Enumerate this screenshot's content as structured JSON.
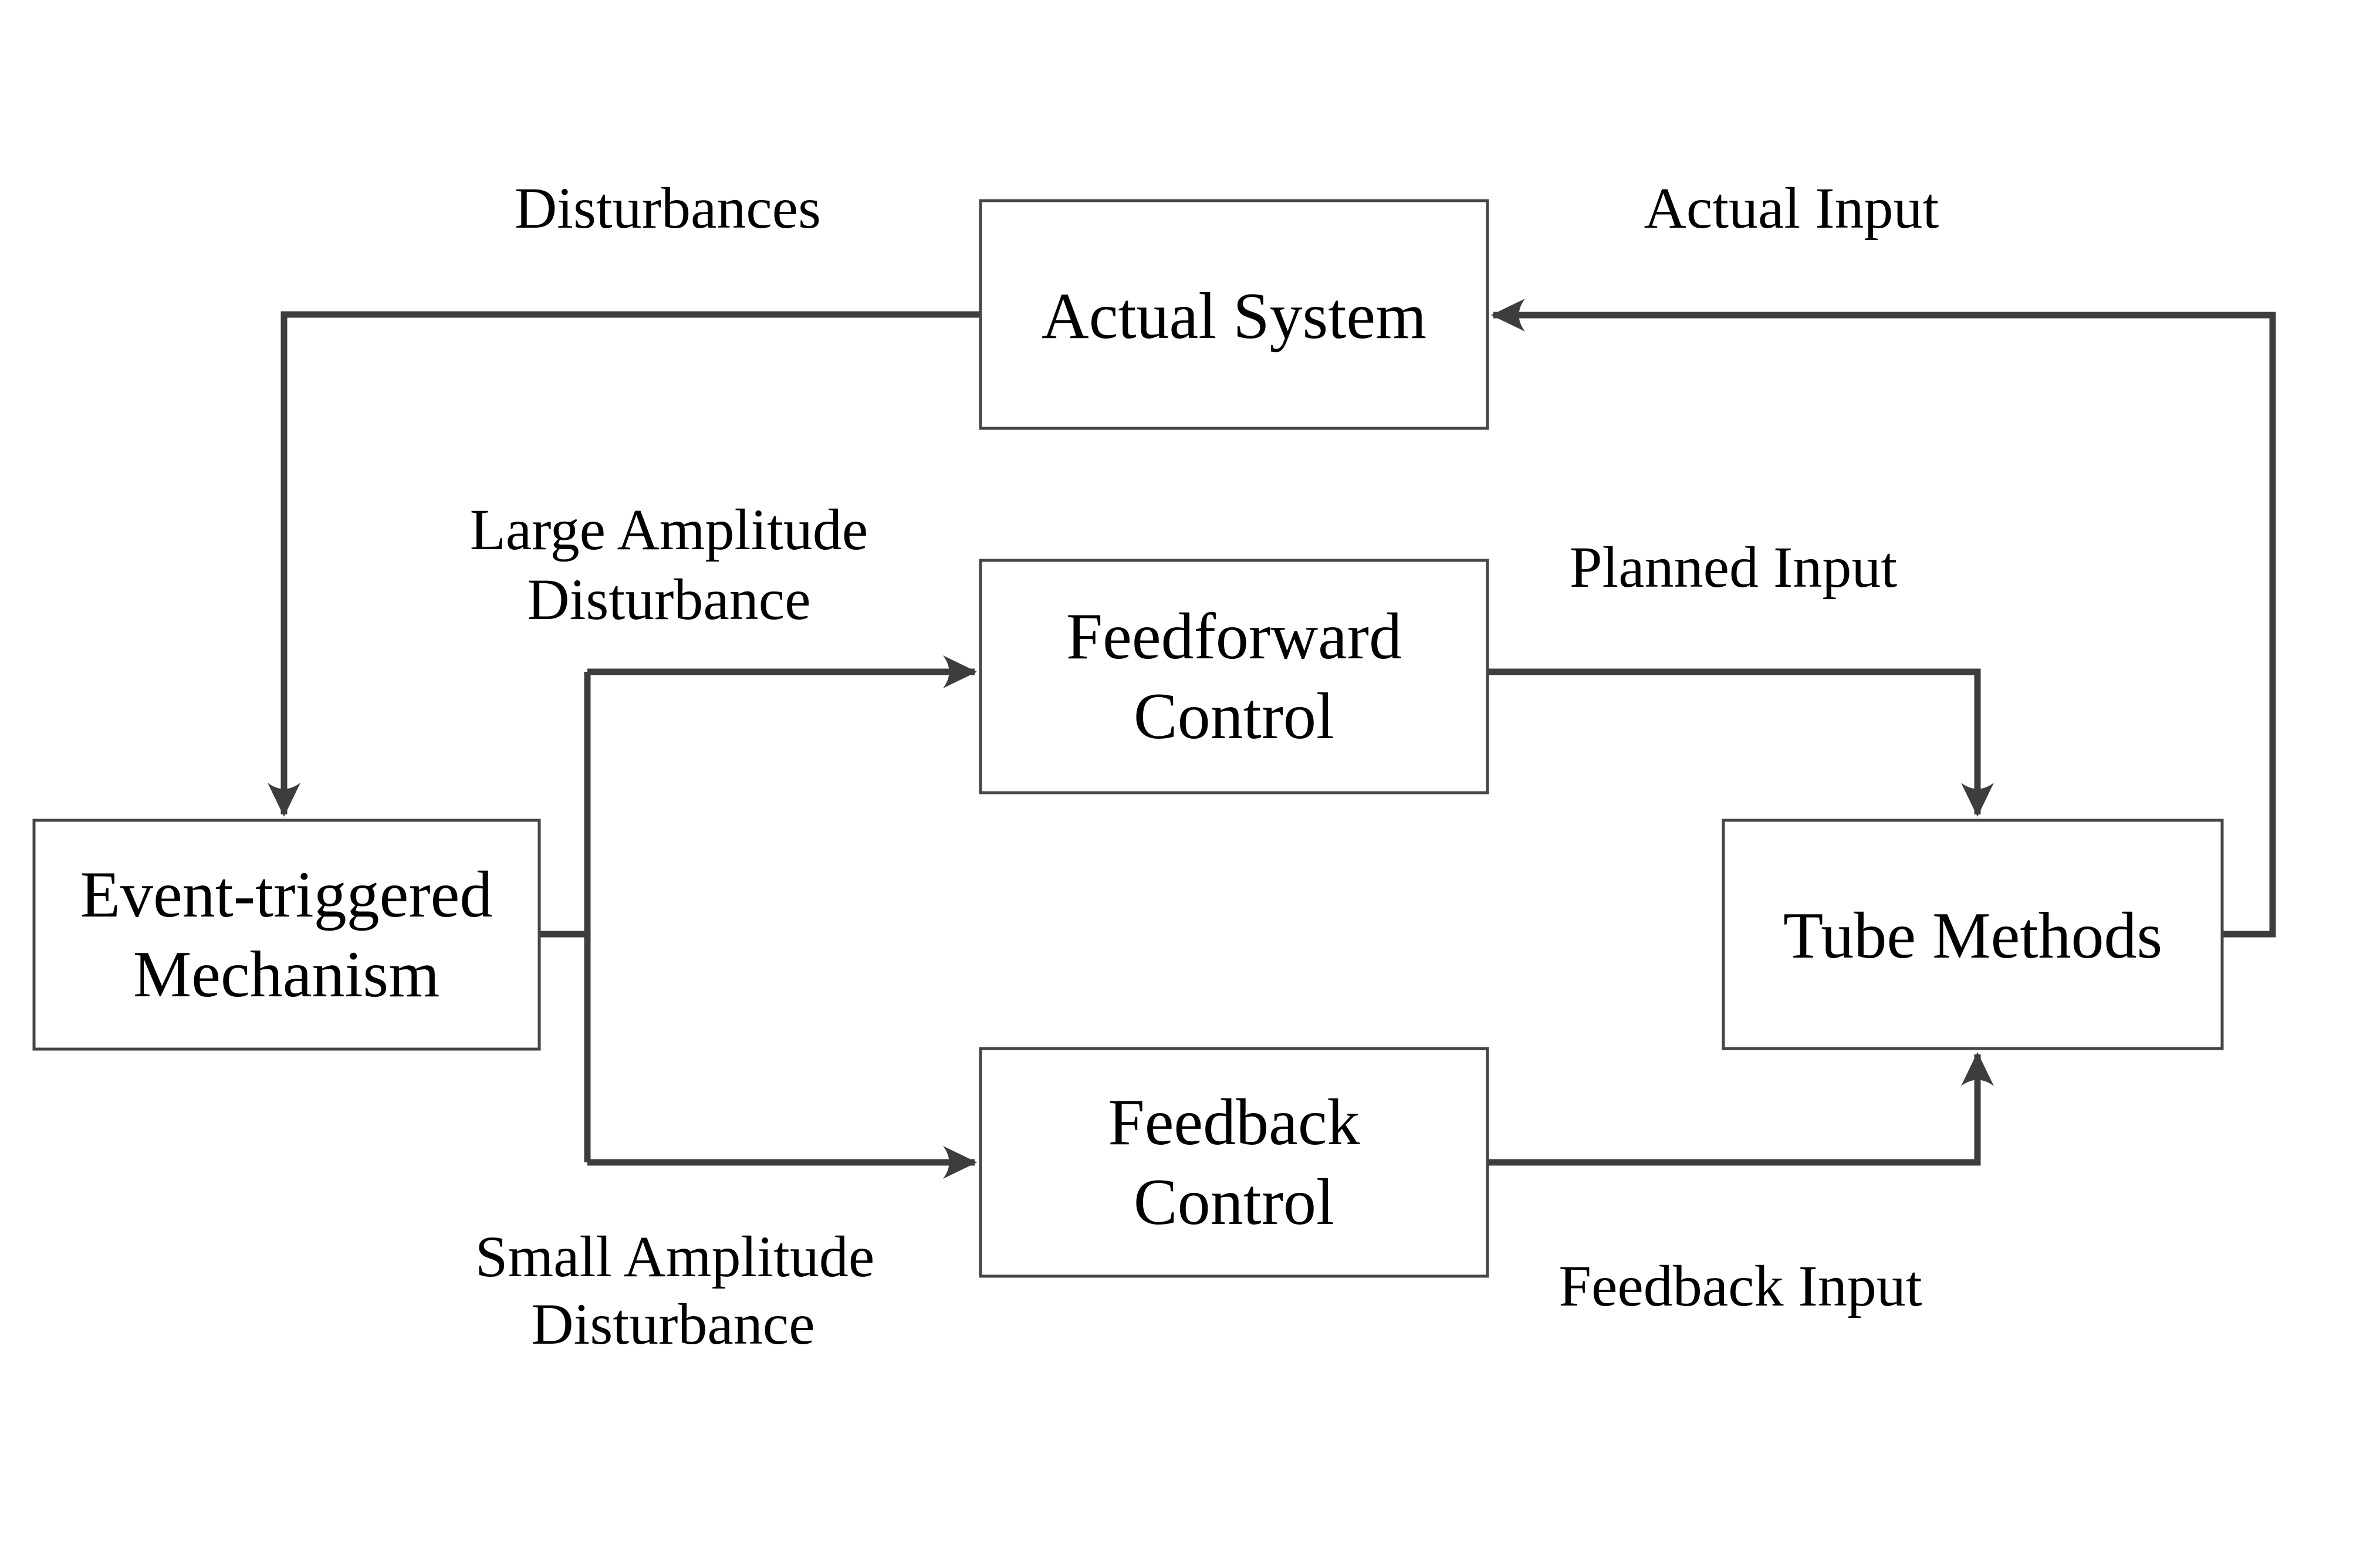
{
  "colors": {
    "background": "#ffffff",
    "connector_line": "#3d3d3d",
    "box_border": "#454545",
    "text": "#000000"
  },
  "boxes": {
    "actual_system": {
      "label": "Actual System"
    },
    "feedforward": {
      "line1": "Feedforward",
      "line2": "Control"
    },
    "feedback": {
      "line1": "Feedback",
      "line2": "Control"
    },
    "event_triggered": {
      "line1": "Event-triggered",
      "line2": "Mechanism"
    },
    "tube_methods": {
      "label": "Tube Methods"
    }
  },
  "edge_labels": {
    "disturbances": "Disturbances",
    "actual_input": "Actual Input",
    "large_amplitude_line1": "Large Amplitude",
    "large_amplitude_line2": "Disturbance",
    "planned_input": "Planned Input",
    "small_amplitude_line1": "Small Amplitude",
    "small_amplitude_line2": "Disturbance",
    "feedback_input": "Feedback Input"
  }
}
